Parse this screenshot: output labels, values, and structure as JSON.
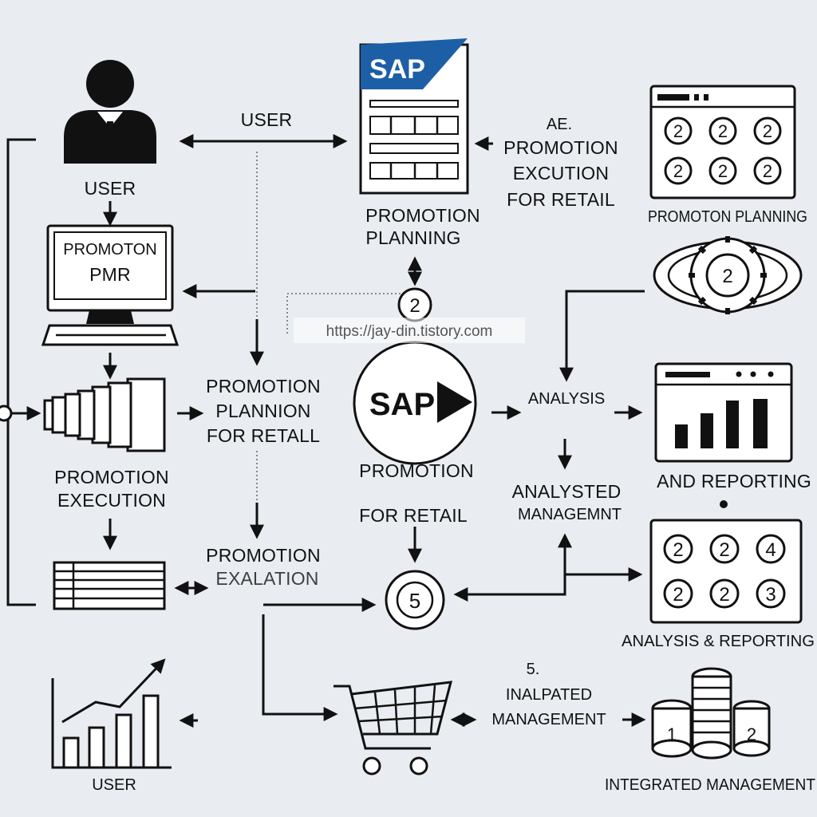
{
  "labels": {
    "user_top": "USER",
    "user_arrow": "USER",
    "monitor_line1": "PROMOTON",
    "monitor_line2": "PMR",
    "promotion_execution_l1": "PROMOTION",
    "promotion_execution_l2": "EXECUTION",
    "promotion_plannion_l1": "PROMOTION",
    "promotion_plannion_l2": "PLANNION",
    "promotion_plannion_l3": "FOR RETALL",
    "promotion_evaluation_l1": "PROMOTION",
    "promotion_evaluation_l2": "EXALATION",
    "user_bottom": "USER",
    "sap_top_logo": "SAP",
    "promotion_planning_l1": "PROMOTION",
    "promotion_planning_l2": "PLANNING",
    "sap_mid_logo": "SAP",
    "promotion_retail_l1": "PROMOTION",
    "promotion_retail_l2": "FOR RETAIL",
    "exec_l0": "AE.",
    "exec_l1": "PROMOTION",
    "exec_l2": "EXCUTION",
    "exec_l3": "FOR RETAIL",
    "analysis_mid": "ANALYSIS",
    "analysted_l1": "ANALYSTED",
    "analysted_l2": "MANAGEMNT",
    "inalpated_l0": "5.",
    "inalpated_l1": "INALPATED",
    "inalpated_l2": "MANAGEMENT",
    "right_promotion_planning": "PROMOTON PLANNING",
    "and_reporting": "AND REPORTING",
    "analysis_reporting": "ANALYSIS & REPORTING",
    "integrated_management": "INTEGRATED MANAGEMENT",
    "node_two": "2",
    "node_five": "5",
    "watermark": "https://jay-din.tistory.com"
  },
  "grids": {
    "top_right": [
      "2",
      "2",
      "2",
      "2",
      "2",
      "2"
    ],
    "gear": "2",
    "bottom_right": [
      "2",
      "2",
      "4",
      "2",
      "2",
      "3"
    ],
    "coin_left": "1",
    "coin_right": "2"
  },
  "colors": {
    "sap_blue": "#1d5fa6",
    "ink": "#111111",
    "background": "#e9edf1"
  },
  "icons": [
    "user-icon",
    "monitor-icon",
    "cabinet-icon",
    "table-icon",
    "growth-chart-icon",
    "sap-document-icon",
    "sap-arrow-icon",
    "grid-icon",
    "gear-icon",
    "bar-chart-window-icon",
    "cart-icon",
    "coins-icon"
  ]
}
